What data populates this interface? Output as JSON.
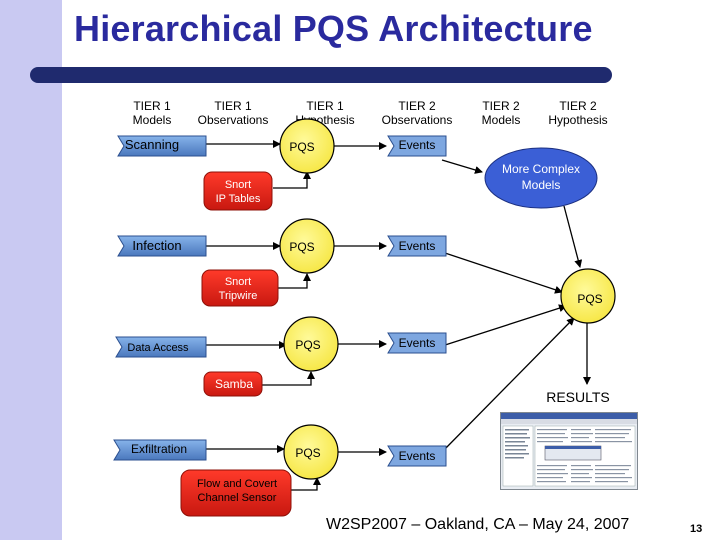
{
  "title": "Hierarchical PQS Architecture",
  "column_headers": [
    {
      "line1": "TIER 1",
      "line2": "Models"
    },
    {
      "line1": "TIER 1",
      "line2": "Observations"
    },
    {
      "line1": "TIER 1",
      "line2": "Hypothesis"
    },
    {
      "line1": "TIER 2",
      "line2": "Observations"
    },
    {
      "line1": "TIER 2",
      "line2": "Models"
    },
    {
      "line1": "TIER 2",
      "line2": "Hypothesis"
    }
  ],
  "models": {
    "scanning": "Scanning",
    "infection": "Infection",
    "data_access": "Data Access",
    "exfiltration": "Exfiltration"
  },
  "sensors": {
    "snort_iptables": {
      "line1": "Snort",
      "line2": "IP Tables"
    },
    "snort_tripwire": {
      "line1": "Snort",
      "line2": "Tripwire"
    },
    "samba": {
      "line1": "Samba"
    },
    "flow_covert": {
      "line1": "Flow and Covert",
      "line2": "Channel Sensor"
    }
  },
  "pqs_label": "PQS",
  "events_label": "Events",
  "complex_models": {
    "line1": "More Complex",
    "line2": "Models"
  },
  "tier2_pqs": "PQS",
  "results": "RESULTS",
  "footer": "W2SP2007 – Oakland, CA – May 24, 2007",
  "page_number": "13",
  "colors": {
    "title": "#2a2a9e",
    "title_bar": "#1f2a6e",
    "left_bar": "#c9c9f2",
    "model_fill": "#6a9bd8",
    "sensor_fill": "#e8261c",
    "pqs_fill": "#fff15a",
    "events_fill": "#7ea7e0"
  }
}
